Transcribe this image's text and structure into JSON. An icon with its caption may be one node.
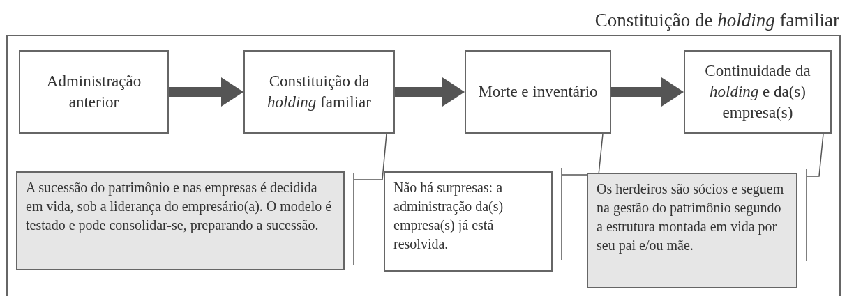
{
  "diagram": {
    "nodes": [
      {
        "text": [
          "Constituição de *holding* familiar"
        ]
      },
      {
        "text": [
          "Administração anterior"
        ],
        "in": 0
      },
      {
        "text": [
          "Constituição da *holding* familiar"
        ],
        "in": 0
      },
      {
        "text": [
          "Morte e inventário"
        ],
        "in": 0
      },
      {
        "text": [
          "Continuidade da *holding* e da(s) empresa(s)"
        ],
        "in": 0
      },
      {
        "text": [
          "A sucessão do patrimônio e nas empresas é decidida em vida, sob a liderança do empresário(a). O modelo é testado e pode consolidar-se, preparando a sucessão."
        ],
        "in": 0
      },
      {
        "text": [
          "Não há surpresas: a administração da(s) empresa(s) já está resolvida."
        ],
        "in": 0
      },
      {
        "text": [
          "Os herdeiros são sócios e seguem na gestão do patrimônio segundo a estrutura montada em vida por seu pai e/ou mãe."
        ],
        "in": 0
      }
    ],
    "edges": [
      {
        "from": 1,
        "to": 2,
        "arrow": "to",
        "style": "thick"
      },
      {
        "from": 2,
        "to": 3,
        "arrow": "to",
        "style": "thick"
      },
      {
        "from": 3,
        "to": 4,
        "arrow": "to",
        "style": "thick"
      },
      {
        "from": 2,
        "to": 5,
        "arrow": "none"
      },
      {
        "from": 3,
        "to": 6,
        "arrow": "none"
      },
      {
        "from": 4,
        "to": 7,
        "arrow": "none"
      }
    ]
  }
}
